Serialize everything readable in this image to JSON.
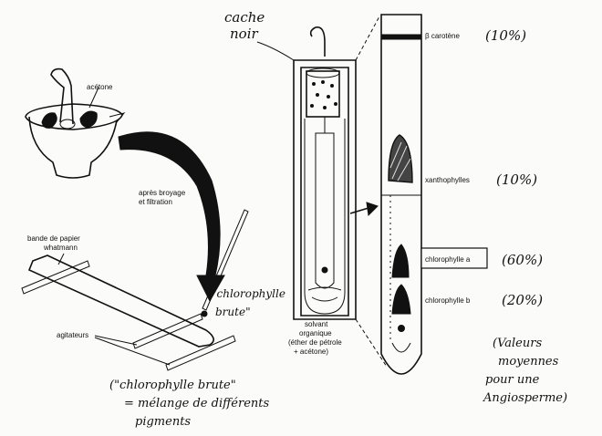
{
  "labels": {
    "acetone": "acétone",
    "after_grinding_1": "après broyage",
    "after_grinding_2": "et filtration",
    "paper_strip_1": "bande de papier",
    "paper_strip_2": "whatmann",
    "stirrers": "agitateurs",
    "crude_chlorophyll_1": "\"chlorophylle",
    "crude_chlorophyll_2": "brute\"",
    "black_cover_1": "cache",
    "black_cover_2": "noir",
    "solvent_1": "solvant",
    "solvent_2": "organique",
    "solvent_3": "(éther de pétrole",
    "solvent_4": "+ acétone)"
  },
  "bands": {
    "beta_carotene": "β carotène",
    "xanthophylls": "xanthophylles",
    "chlorophyll_a": "chlorophylle a",
    "chlorophyll_b": "chlorophylle b"
  },
  "percentages": {
    "beta_carotene": "(10%)",
    "xanthophylls": "(10%)",
    "chlorophyll_a": "(60%)",
    "chlorophyll_b": "(20%)"
  },
  "notes": {
    "definition_1": "(\"chlorophylle brute\"",
    "definition_2": "= mélange de différents",
    "definition_3": "pigments",
    "average_1": "(Valeurs",
    "average_2": "moyennes",
    "average_3": "pour une",
    "average_4": "Angiosperme)"
  }
}
